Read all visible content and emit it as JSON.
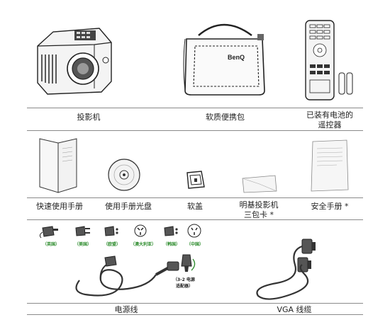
{
  "row1": {
    "projector": "投影机",
    "bag": "软质便携包",
    "remote_line1": "已装有电池的",
    "remote_line2": "遥控器"
  },
  "row2": {
    "quick_manual": "快速使用手册",
    "manual_cd": "使用手册光盘",
    "soft_cover": "软盖",
    "warranty_line1": "明基投影机",
    "warranty_line2": "三包卡 *",
    "safety_manual": "安全手册 *"
  },
  "row3": {
    "plugs": [
      "（英国）",
      "（美国）",
      "（欧盟）",
      "（澳大利亚）",
      "（韩国）",
      "（中国）"
    ],
    "adapter_line1": "（3-2 电源",
    "adapter_line2": "适配器）",
    "power_cord": "电源线",
    "vga_cable": "VGA 线缆"
  },
  "bag_brand": "BenQ",
  "colors": {
    "plug_label": "#2a8a2a",
    "separator": "#8a8a8a"
  }
}
